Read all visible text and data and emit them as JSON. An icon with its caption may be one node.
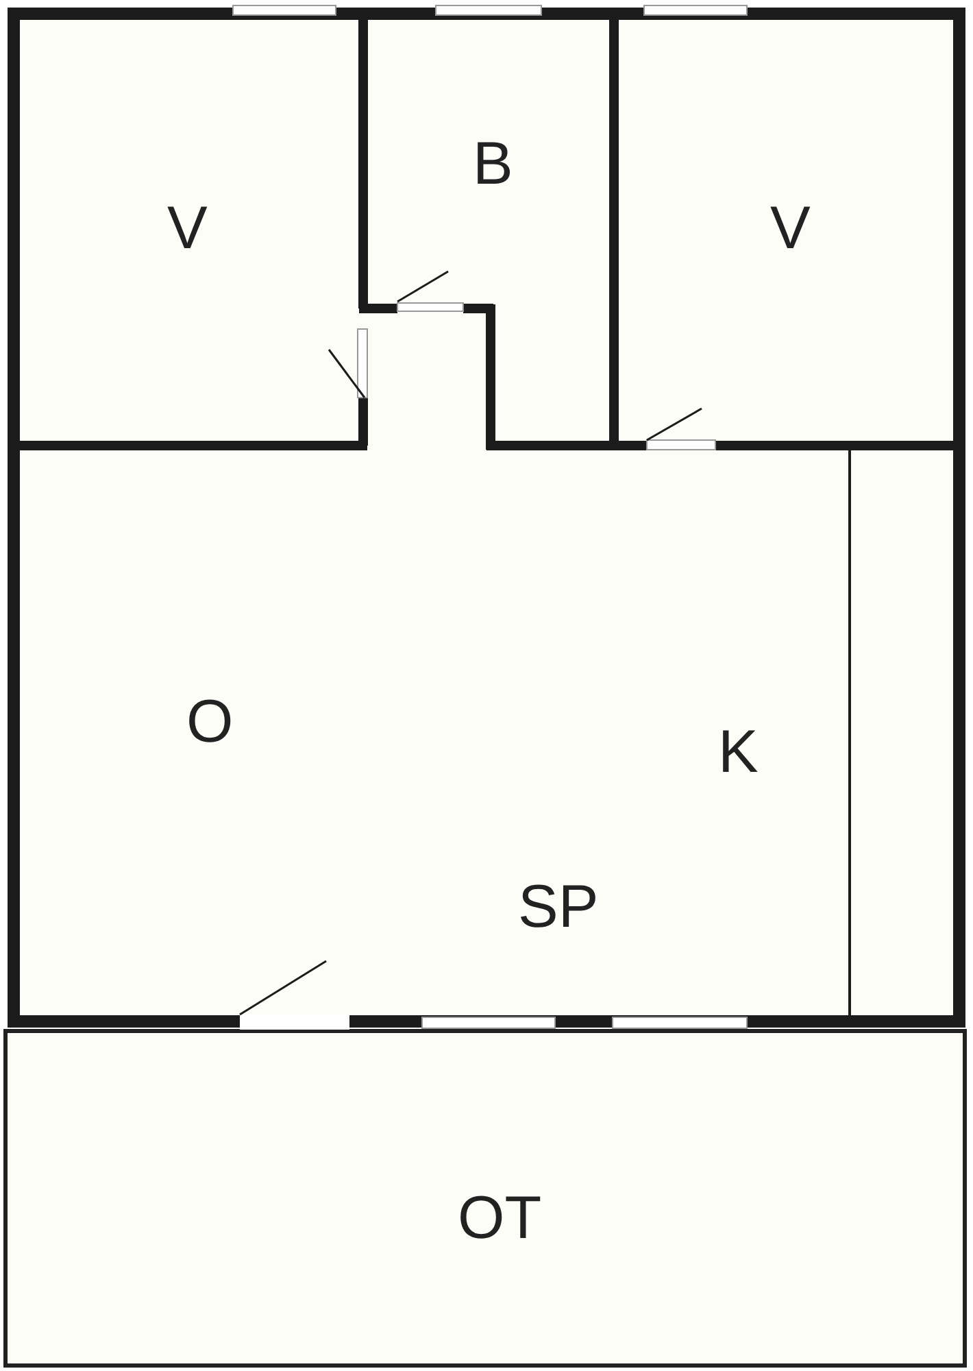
{
  "diagram": {
    "labels": [
      "V",
      "B",
      "V",
      "O",
      "K",
      "SP",
      "OT"
    ]
  }
}
